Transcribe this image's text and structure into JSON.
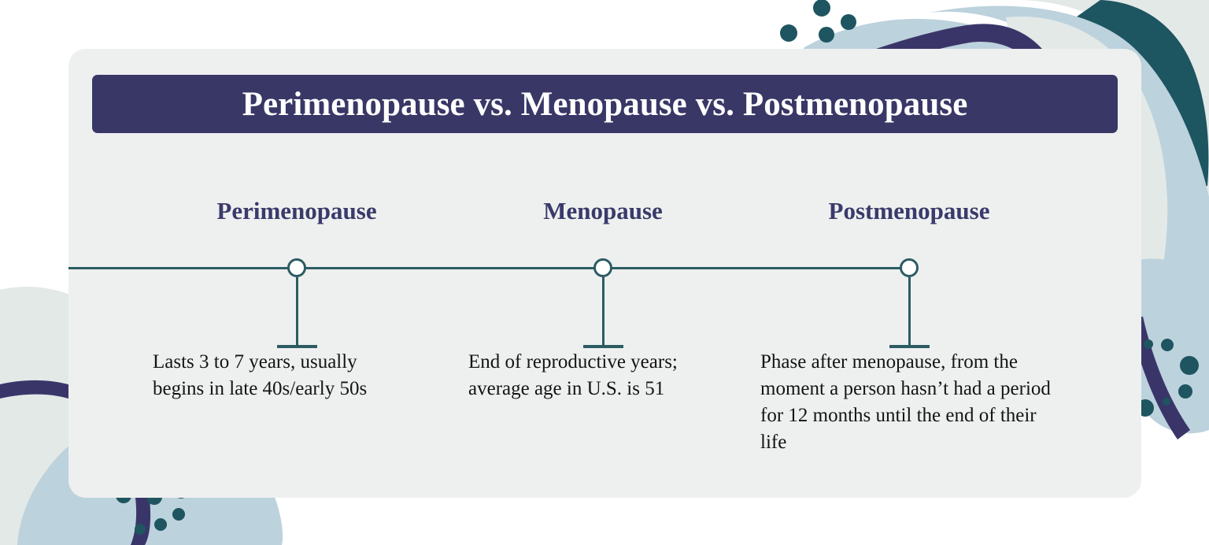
{
  "header": {
    "title": "Perimenopause vs. Menopause vs. Postmenopause"
  },
  "timeline": {
    "stages": [
      {
        "label": "Perimenopause",
        "description": "Lasts 3 to 7 years, usually begins in late 40s/early 50s"
      },
      {
        "label": "Menopause",
        "description": "End of reproductive years; average age in U.S. is 51"
      },
      {
        "label": "Postmenopause",
        "description": "Phase after menopause, from the moment a person hasn’t had a period for 12 months until the end of their life"
      }
    ]
  },
  "colors": {
    "page_background": "#ffffff",
    "card_background": "#eef0ef",
    "title_banner": "#383766",
    "title_text": "#ffffff",
    "stage_label": "#3a3a6b",
    "description_text": "#141414",
    "timeline_line": "#2c5c63",
    "node_fill": "#ffffff",
    "blob_light_blue": "#bcd2dd",
    "blob_pale_sage": "#e2e9e7",
    "blob_dark_teal": "#1d5560",
    "curve_purple": "#3a3569",
    "dot_teal": "#1e5560"
  }
}
